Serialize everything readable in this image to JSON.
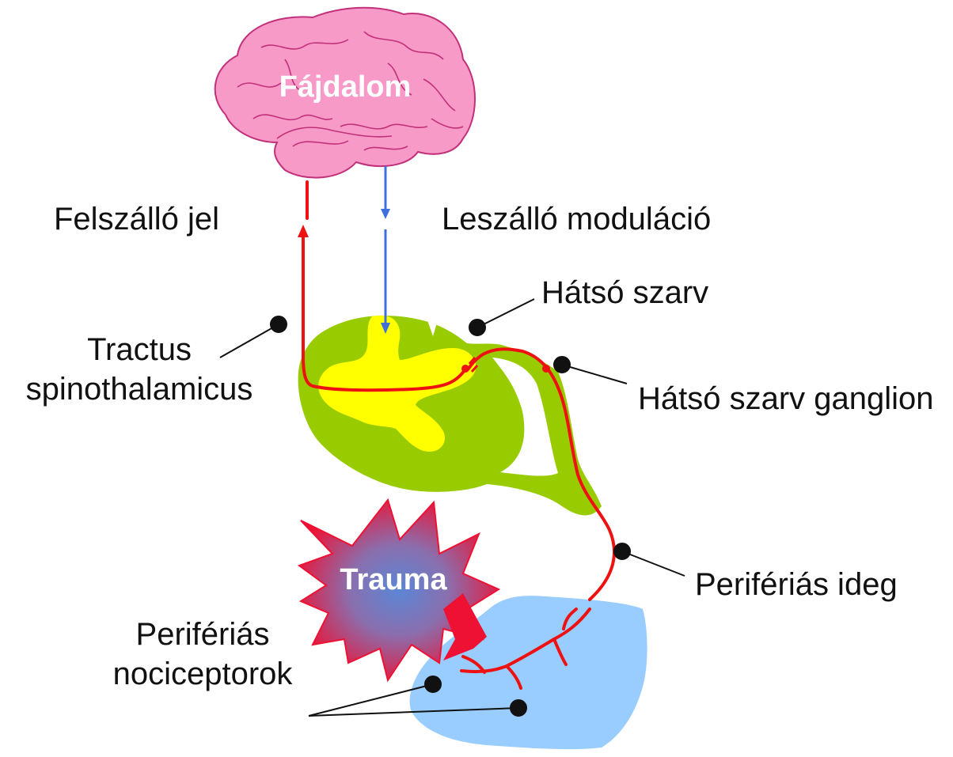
{
  "brain": {
    "label": "Fájdalom",
    "color": "#f79ac8",
    "outline": "#c2307a"
  },
  "signals": {
    "ascending": {
      "label": "Felszálló jel",
      "color": "#ee1111"
    },
    "descending": {
      "label": "Leszálló moduláció",
      "color": "#3f6fdc"
    }
  },
  "spinal_cord": {
    "white_matter_color": "#99cc00",
    "grey_matter_color": "#ffff00"
  },
  "labels": {
    "tract_line1": "Tractus",
    "tract_line2": "spinothalamicus",
    "dorsal_horn": "Hátsó szarv",
    "dorsal_ganglion": "Hátsó szarv ganglion",
    "peripheral_nerve": "Perifériás ideg",
    "nociceptors_line1": "Perifériás",
    "nociceptors_line2": "nociceptorok"
  },
  "trauma": {
    "label": "Trauma",
    "color_outer": "#ee1133",
    "color_inner": "#6b7fc8"
  },
  "tissue": {
    "color": "#99ccff"
  }
}
